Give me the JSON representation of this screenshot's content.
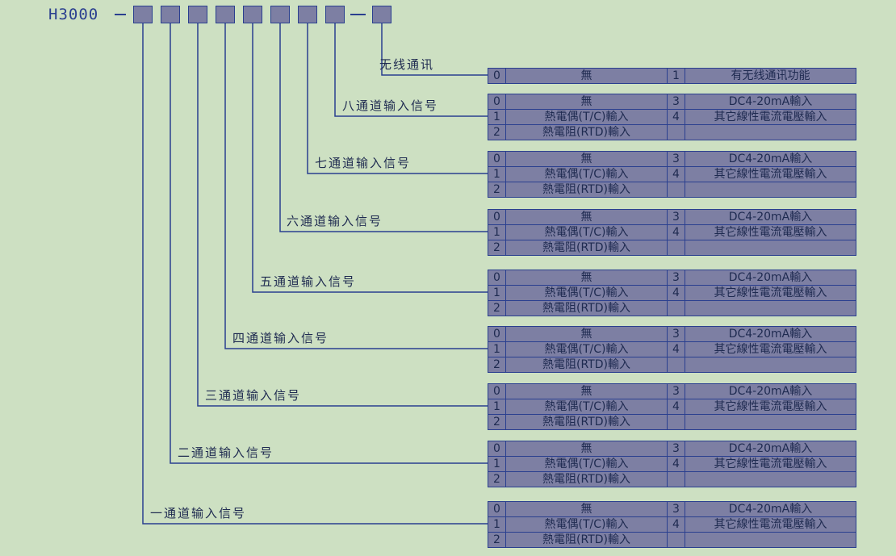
{
  "model_prefix": "H3000",
  "options": {
    "none": "無",
    "tc": "熱電偶(T/C)輸入",
    "rtd": "熱電阻(RTD)輸入",
    "dc": "DC4-20mA輸入",
    "other": "其它線性電流電壓輸入",
    "wireless": "有无线通讯功能"
  },
  "codes": [
    "0",
    "1",
    "2",
    "3",
    "4"
  ],
  "branches": [
    {
      "label": "无线通讯",
      "type": "wireless"
    },
    {
      "label": "八通道输入信号",
      "type": "channel"
    },
    {
      "label": "七通道输入信号",
      "type": "channel"
    },
    {
      "label": "六通道输入信号",
      "type": "channel"
    },
    {
      "label": "五通道输入信号",
      "type": "channel"
    },
    {
      "label": "四通道输入信号",
      "type": "channel"
    },
    {
      "label": "三通道输入信号",
      "type": "channel"
    },
    {
      "label": "二通道输入信号",
      "type": "channel"
    },
    {
      "label": "一通道输入信号",
      "type": "channel"
    }
  ],
  "colors": {
    "background": "#cde0c2",
    "cell_fill": "#7d7fa3",
    "line": "#2a3f8f",
    "text": "#1e2a50"
  }
}
